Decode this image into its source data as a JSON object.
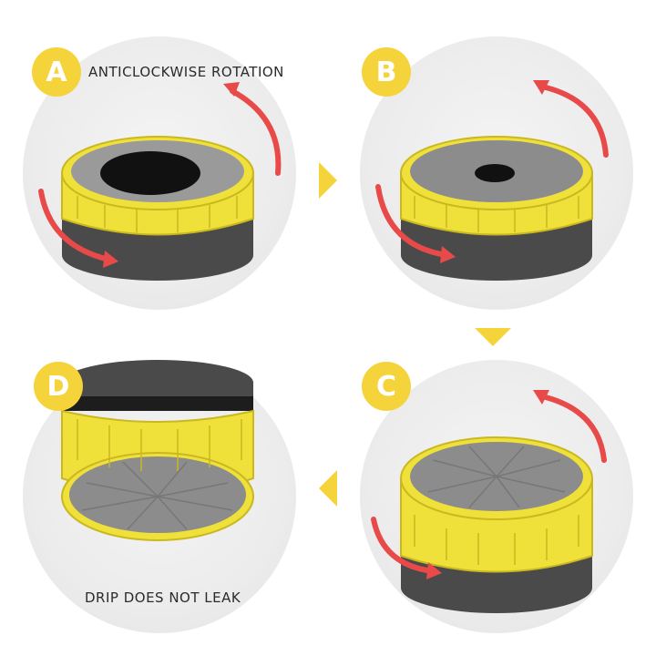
{
  "steps": [
    {
      "letter": "A",
      "caption": "ANTICLOCKWISE ROTATION"
    },
    {
      "letter": "B",
      "caption": ""
    },
    {
      "letter": "C",
      "caption": ""
    },
    {
      "letter": "D",
      "caption": "DRIP DOES NOT LEAK"
    }
  ],
  "colors": {
    "badge": "#f5d33a",
    "ring": "#f0e03a",
    "ring_dark": "#c9b820",
    "membrane": "#8c8c8c",
    "base": "#4a4a4a",
    "rotation_arrow": "#e84a4a",
    "flow_arrow": "#f5d33a"
  },
  "icons": {
    "rotation": "curved-arrow-icon",
    "flow": "triangle-arrow-icon"
  }
}
